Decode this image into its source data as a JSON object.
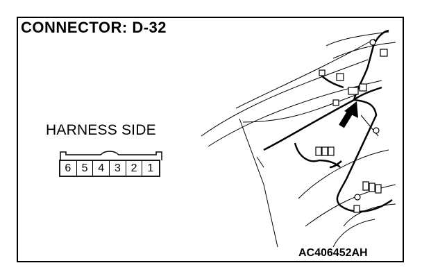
{
  "title": "CONNECTOR: D-32",
  "harness_label": "HARNESS SIDE",
  "pins": [
    "6",
    "5",
    "4",
    "3",
    "2",
    "1"
  ],
  "reference_code": "AC406452AH"
}
